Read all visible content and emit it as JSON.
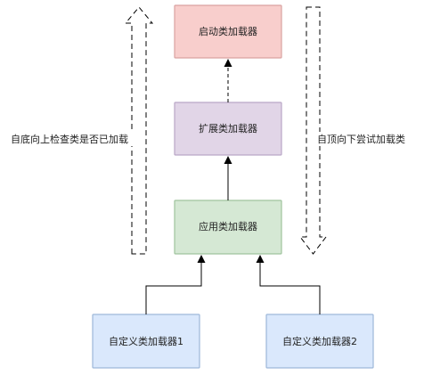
{
  "diagram": {
    "nodes": {
      "bootstrap": {
        "label": "启动类加载器",
        "fill": "#f8cecc",
        "stroke": "#d9a2a0"
      },
      "extension": {
        "label": "扩展类加载器",
        "fill": "#e1d5e7",
        "stroke": "#b9a6c6"
      },
      "application": {
        "label": "应用类加载器",
        "fill": "#d5e8d4",
        "stroke": "#9fc39d"
      },
      "custom1": {
        "label": "自定义类加载器1",
        "fill": "#dae8fc",
        "stroke": "#9db7d9"
      },
      "custom2": {
        "label": "自定义类加载器2",
        "fill": "#dae8fc",
        "stroke": "#9db7d9"
      }
    },
    "left_note": "自底向上检查类是否已加载",
    "right_note": "自顶向下尝试加载类",
    "colors": {
      "line": "#000000",
      "hollow_arrow_stroke": "#000000",
      "hollow_arrow_fill": "#ffffff"
    }
  }
}
